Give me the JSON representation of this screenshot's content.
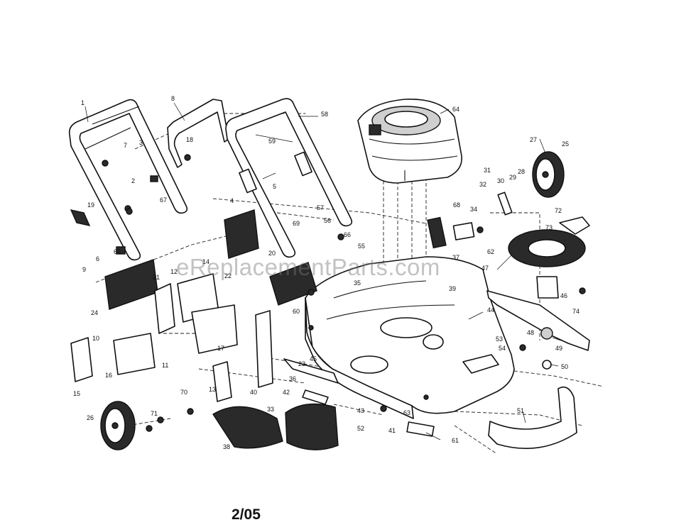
{
  "watermark": "eReplacementParts.com",
  "page_date": "2/05",
  "callouts": [
    "1",
    "2",
    "3",
    "4",
    "5",
    "6",
    "7",
    "8",
    "9",
    "10",
    "11",
    "12",
    "13",
    "14",
    "15",
    "16",
    "17",
    "18",
    "19",
    "20",
    "21",
    "22",
    "23",
    "24",
    "25",
    "26",
    "27",
    "28",
    "29",
    "30",
    "31",
    "32",
    "33",
    "34",
    "35",
    "36",
    "37",
    "38",
    "39",
    "40",
    "41",
    "42",
    "43",
    "44",
    "45",
    "46",
    "47",
    "48",
    "49",
    "50",
    "51",
    "52",
    "53",
    "54",
    "55",
    "56",
    "57",
    "58",
    "59",
    "60",
    "61",
    "62",
    "63",
    "64",
    "65",
    "66",
    "67",
    "68",
    "69",
    "70",
    "71",
    "72",
    "73",
    "74"
  ]
}
